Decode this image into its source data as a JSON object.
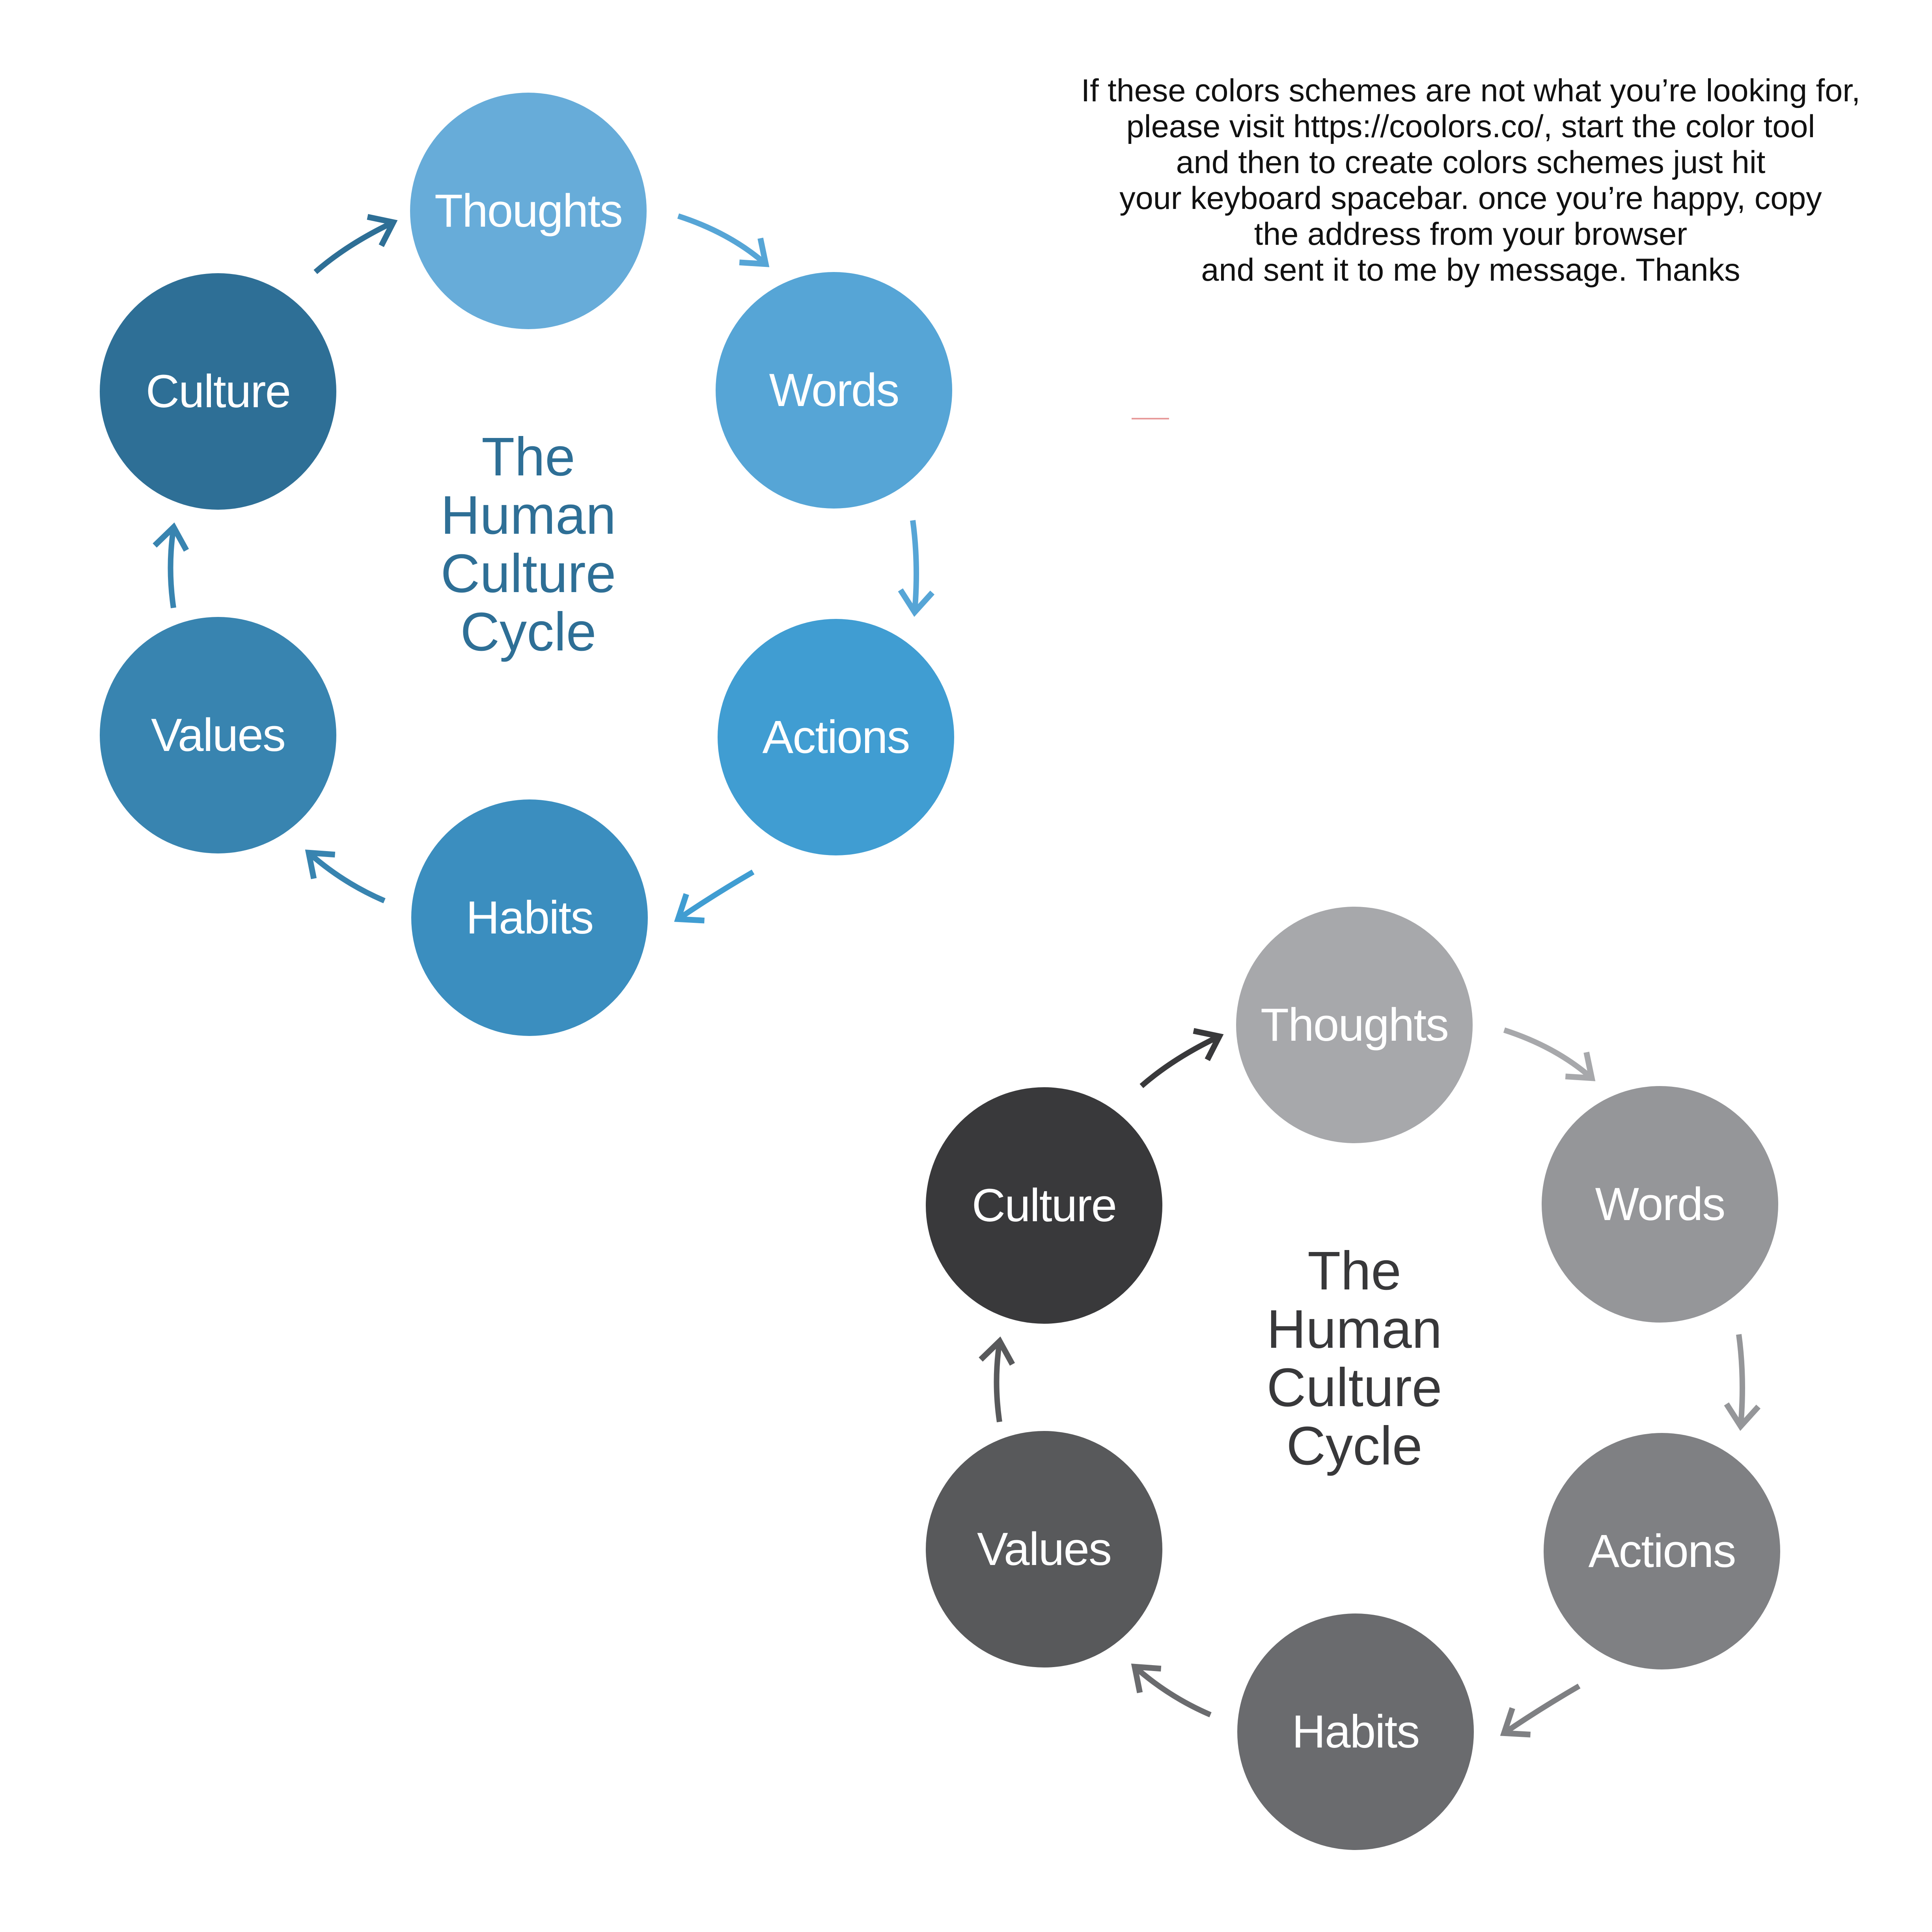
{
  "note": {
    "lines": [
      "If these colors schemes are not what you’re looking for,",
      "please visit https://coolors.co/, start the color tool",
      "and then to create colors schemes just hit",
      "your keyboard spacebar. once you’re happy, copy",
      "the address from your browser",
      "and sent it to me by message. Thanks"
    ]
  },
  "diagrams": [
    {
      "scheme": "blue",
      "title_lines": [
        "The",
        "Human",
        "Culture",
        "Cycle"
      ],
      "title_color": "#2e6f96",
      "nodes": [
        {
          "label": "Thoughts",
          "color": "#67acd9"
        },
        {
          "label": "Words",
          "color": "#56a5d6"
        },
        {
          "label": "Actions",
          "color": "#409dd2"
        },
        {
          "label": "Habits",
          "color": "#3b8ebf"
        },
        {
          "label": "Values",
          "color": "#3884b0"
        },
        {
          "label": "Culture",
          "color": "#2e6f96"
        }
      ],
      "arrow_colors": [
        "#56a5d6",
        "#56a5d6",
        "#409dd2",
        "#3884b0",
        "#3884b0",
        "#2e6f96"
      ]
    },
    {
      "scheme": "gray",
      "title_lines": [
        "The",
        "Human",
        "Culture",
        "Cycle"
      ],
      "title_color": "#38383a",
      "nodes": [
        {
          "label": "Thoughts",
          "color": "#a7a8ab"
        },
        {
          "label": "Words",
          "color": "#959699"
        },
        {
          "label": "Actions",
          "color": "#7f8083"
        },
        {
          "label": "Habits",
          "color": "#6a6b6e"
        },
        {
          "label": "Values",
          "color": "#58595b"
        },
        {
          "label": "Culture",
          "color": "#39393b"
        }
      ],
      "arrow_colors": [
        "#a7a8ab",
        "#959699",
        "#7f8083",
        "#6a6b6e",
        "#58595b",
        "#39393b"
      ]
    }
  ]
}
